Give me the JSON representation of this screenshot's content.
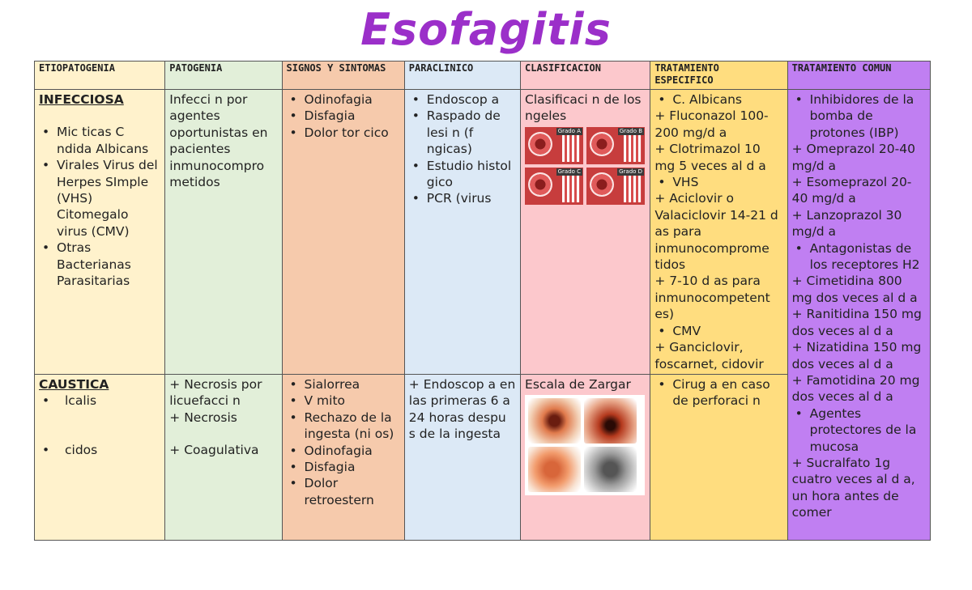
{
  "title": "Esofagitis",
  "headers": [
    "ETIOPATOGENIA",
    "PATOGENIA",
    "SIGNOS Y SINTOMAS",
    "PARACLINICO",
    "CLASIFICACION",
    "TRATAMIENTO ESPECIFICO",
    "TRATAMIENTO COMUN"
  ],
  "infecciosa": {
    "label": "INFECCIOSA",
    "etio": [
      "Mic ticas C ndida Albicans",
      "Virales Virus del Herpes SImple (VHS) Citomegalo virus (CMV)",
      "Otras Bacterianas Parasitarias"
    ],
    "patogenia": "Infecci n por agentes oportunistas en pacientes inmunocompro metidos",
    "signos": [
      "Odinofagia",
      "Disfagia",
      " Dolor tor cico"
    ],
    "paraclinico": [
      "Endoscop a",
      "Raspado de lesi n (f ngicas)",
      " Estudio histol gico",
      "PCR (virus"
    ],
    "clasificacion": "Clasificaci n de los ngeles",
    "grados": [
      "Grado A",
      "Grado B",
      "Grado C",
      "Grado D"
    ],
    "tratamiento": [
      {
        "bullet": "C. Albicans"
      },
      {
        "text": "+ Fluconazol 100-200 mg/d a"
      },
      {
        "text": "+ Clotrimazol 10 mg 5 veces al d a"
      },
      {
        "bullet": "VHS"
      },
      {
        "text": "+ Aciclovir o Valaciclovir 14-21 d as para inmunocomprome tidos"
      },
      {
        "text": "+  7-10 d as para inmunocompetent es)"
      },
      {
        "bullet": "CMV"
      },
      {
        "text": "+ Ganciclovir, foscarnet, cidovir"
      }
    ]
  },
  "caustica": {
    "label": "CAUSTICA",
    "etio": [
      "lcalis",
      "cidos"
    ],
    "patogenia": [
      "+ Necrosis por licuefacci n",
      "+ Necrosis",
      "+ Coagulativa"
    ],
    "signos": [
      "Sialorrea",
      "V mito",
      "Rechazo de la ingesta (ni os)",
      "Odinofagia",
      "Disfagia",
      "Dolor retroestern"
    ],
    "paraclinico": "+ Endoscop a en las primeras 6 a 24 horas despu s de la ingesta",
    "clasificacion": "Escala de Zargar",
    "tratamiento": [
      "Cirug a en caso de perforaci n"
    ]
  },
  "tratamiento_comun": [
    {
      "bullet": "Inhibidores de la bomba de protones (IBP)"
    },
    {
      "text": "+ Omeprazol 20-40 mg/d a"
    },
    {
      "text": "+  Esomeprazol 20-40 mg/d a"
    },
    {
      "text": "+  Lanzoprazol 30 mg/d a"
    },
    {
      "bullet": "Antagonistas de los receptores H2"
    },
    {
      "text": "+ Cimetidina 800 mg dos veces al d a"
    },
    {
      "text": "+  Ranitidina 150 mg dos veces al d a"
    },
    {
      "text": "+ Nizatidina 150 mg dos veces al d a"
    },
    {
      "text": "+ Famotidina 20 mg dos veces al d a"
    },
    {
      "bullet": "Agentes protectores de la mucosa"
    },
    {
      "text": "+ Sucralfato 1g cuatro veces al d a, un hora antes de comer"
    }
  ]
}
